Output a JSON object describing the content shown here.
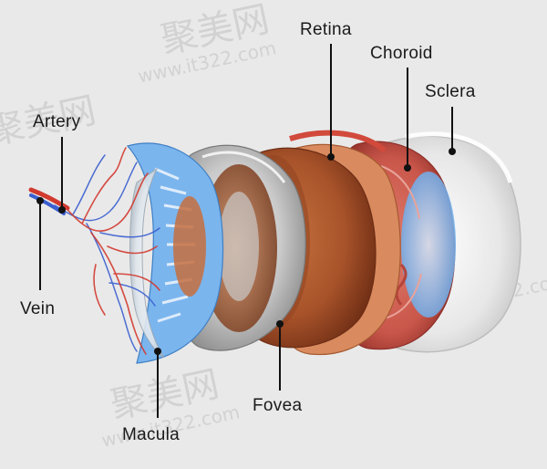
{
  "labels": {
    "artery": "Artery",
    "vein": "Vein",
    "macula": "Macula",
    "fovea": "Fovea",
    "retina": "Retina",
    "choroid": "Choroid",
    "sclera": "Sclera"
  },
  "watermark": {
    "cjk": "聚美网",
    "url": "www.it322.com"
  },
  "colors": {
    "background": "#e9e9e9",
    "artery": "#d23a30",
    "vein": "#3a5fd0",
    "cornea_blue": "#6fb0ee",
    "lens_gray": "#b9b9b9",
    "retina_brown": "#a8532a",
    "choroid_red": "#c9564a",
    "sclera_white": "#f4f4f4",
    "leader_line": "#111111"
  }
}
